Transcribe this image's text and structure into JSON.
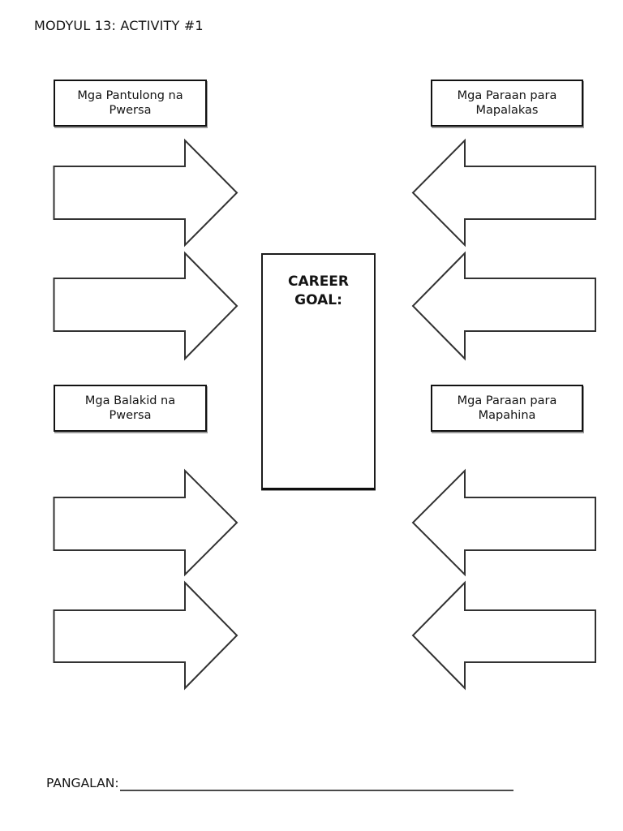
{
  "page": {
    "title": "MODYUL 13: ACTIVITY #1"
  },
  "boxes": {
    "helping_forces": "Mga Pantulong na Pwersa",
    "ways_to_strengthen": "Mga Paraan para Mapalakas",
    "hindering_forces": "Mga Balakid na Pwersa",
    "ways_to_weaken": "Mga Paraan para Mapahina"
  },
  "center": {
    "label": "CAREER GOAL:"
  },
  "footer": {
    "name_label": "PANGALAN:"
  },
  "icons": {
    "left_column_arrows": "block-arrow-right",
    "right_column_arrows": "block-arrow-left"
  },
  "colors": {
    "background": "#ffffff",
    "ink": "#141414",
    "box_border": "#121212",
    "arrow_outline": "#323232",
    "name_line": "#4a4a4a"
  }
}
